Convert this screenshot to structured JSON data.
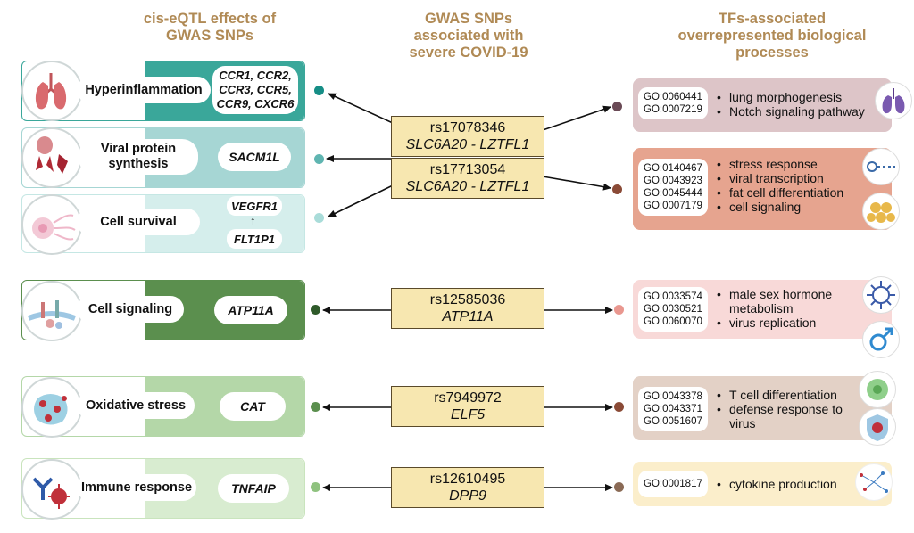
{
  "headers": {
    "left": "cis-eQTL effects of GWAS SNPs",
    "middle": "GWAS SNPs associated with severe COVID-19",
    "right": "TFs-associated overrepresented biological processes"
  },
  "left_rows": [
    {
      "name": "Hyperinflammation",
      "genes": "CCR1, CCR2, CCR3, CCR5, CCR9, CXCR6"
    },
    {
      "name": "Viral protein synthesis",
      "genes": "SACM1L"
    },
    {
      "name": "Cell survival",
      "gene_top": "VEGFR1",
      "gene_bottom": "FLT1P1",
      "arrow": "↑"
    },
    {
      "name": "Cell signaling",
      "genes": "ATP11A"
    },
    {
      "name": "Oxidative stress",
      "genes": "CAT"
    },
    {
      "name": "Immune response",
      "genes": "TNFAIP"
    }
  ],
  "snps": [
    {
      "id": "rs17078346",
      "gene": "SLC6A20 - LZTFL1"
    },
    {
      "id": "rs17713054",
      "gene": "SLC6A20 - LZTFL1"
    },
    {
      "id": "rs12585036",
      "gene": "ATP11A"
    },
    {
      "id": "rs7949972",
      "gene": "ELF5"
    },
    {
      "id": "rs12610495",
      "gene": "DPP9"
    }
  ],
  "tf_boxes": [
    {
      "go": [
        "GO:0060441",
        "GO:0007219"
      ],
      "processes": [
        "lung morphogenesis",
        "Notch signaling pathway"
      ]
    },
    {
      "go": [
        "GO:0140467",
        "GO:0043923",
        "GO:0045444",
        "GO:0007179"
      ],
      "processes": [
        "stress response",
        "viral transcription",
        "fat cell differentiation",
        "cell signaling"
      ]
    },
    {
      "go": [
        "GO:0033574",
        "GO:0030521",
        "GO:0060070"
      ],
      "processes": [
        "male sex hormone metabolism",
        "virus replication"
      ]
    },
    {
      "go": [
        "GO:0043378",
        "GO:0043371",
        "GO:0051607"
      ],
      "processes": [
        "T cell differentiation",
        "defense response to virus"
      ]
    },
    {
      "go": [
        "GO:0001817"
      ],
      "processes": [
        "cytokine production"
      ]
    }
  ],
  "icons": {
    "rows": [
      "lungs-icon",
      "ribosome-icon",
      "cell-icon",
      "membrane-signaling-icon",
      "oxidative-cell-icon",
      "antibody-virus-icon"
    ],
    "tf": [
      "lungs-icon",
      "transcription-icon",
      "fat-cells-icon",
      "virus-icon",
      "male-symbol-icon",
      "t-cell-icon",
      "shield-virus-icon",
      "cytokine-network-icon"
    ]
  },
  "colors": {
    "header": "#b08a55",
    "hyperinflammation": "#3aa79a",
    "viral_protein": "#a6d6d4",
    "cell_survival": "#d5eeec",
    "cell_signaling": "#5b8f4e",
    "oxidative": "#b4d7a8",
    "immune": "#d8ecd0",
    "snp_fill": "#f7e7b0",
    "tf_1": "#ddc5c8",
    "tf_2": "#e6a48f",
    "tf_3": "#f8d9d8",
    "tf_4": "#e3d1c6",
    "tf_5": "#fbeecb"
  }
}
